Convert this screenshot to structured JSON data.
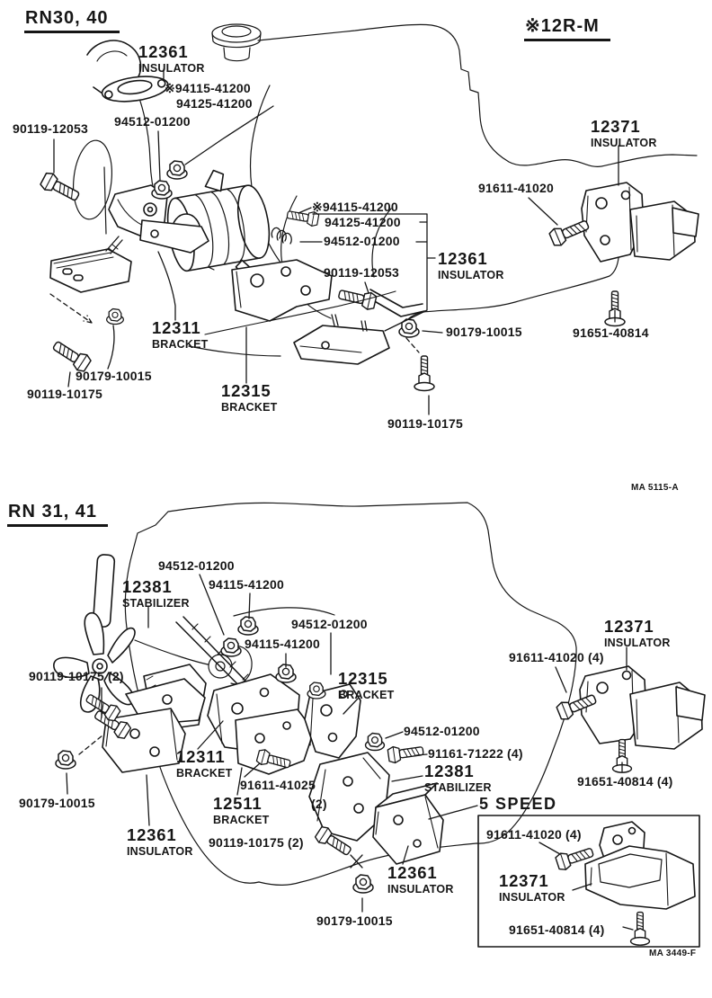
{
  "top": {
    "title": "RN30, 40",
    "engine_tag": "※12R-M",
    "footer": "MA 5115-A",
    "parts": {
      "insulator_hose": {
        "code": "12361",
        "name": "INSULATOR"
      },
      "insulator_right": {
        "code": "12371",
        "name": "INSULATOR"
      },
      "insulator_center": {
        "code": "12361",
        "name": "INSULATOR"
      },
      "bracket_12311": {
        "code": "12311",
        "name": "BRACKET"
      },
      "bracket_12315": {
        "code": "12315",
        "name": "BRACKET"
      }
    },
    "part_numbers": {
      "pn_94115_a": "※94115-41200",
      "pn_94125_a": "94125-41200",
      "pn_94512_a": "94512-01200",
      "pn_90119_12053_a": "90119-12053",
      "pn_94115_b": "※94115-41200",
      "pn_94125_b": "94125-41200",
      "pn_94512_b": "94512-01200",
      "pn_90119_12053_b": "90119-12053",
      "pn_91611_41020": "91611-41020",
      "pn_90179_10015_right": "90179-10015",
      "pn_91651_40814": "91651-40814",
      "pn_90179_10015_left": "90179-10015",
      "pn_90119_10175_left": "90119-10175",
      "pn_90119_10175_bottom": "90119-10175"
    }
  },
  "bottom": {
    "title": "RN 31, 41",
    "speed_callout": "5 SPEED",
    "footer": "MA 3449-F",
    "parts": {
      "stabilizer_fan": {
        "code": "12381",
        "name": "STABILIZER"
      },
      "insulator_right": {
        "code": "12371",
        "name": "INSULATOR"
      },
      "bracket_12315": {
        "code": "12315",
        "name": "BRACKET"
      },
      "stabilizer_center": {
        "code": "12381",
        "name": "STABILIZER"
      },
      "bracket_12311": {
        "code": "12311",
        "name": "BRACKET"
      },
      "bracket_12511": {
        "code": "12511",
        "name": "BRACKET"
      },
      "insulator_left": {
        "code": "12361",
        "name": "INSULATOR"
      },
      "insulator_center": {
        "code": "12361",
        "name": "INSULATOR"
      },
      "box_insulator": {
        "code": "12371",
        "name": "INSULATOR"
      }
    },
    "part_numbers": {
      "pn_94512_a": "94512-01200",
      "pn_94115_a": "94115-41200",
      "pn_94512_b": "94512-01200",
      "pn_94115_b": "94115-41200",
      "pn_90119_10175_fan": "90119-10175 (2)",
      "pn_91611_41020_right": "91611-41020 (4)",
      "pn_94512_c": "94512-01200",
      "pn_91161_71222": "91161-71222 (4)",
      "pn_91651_40814_right": "91651-40814 (4)",
      "pn_91611_41025": "91611-41025",
      "pn_91611_41025_qty": "(2)",
      "pn_90179_10015_left": "90179-10015",
      "pn_90119_10175_center": "90119-10175 (2)",
      "pn_90179_10015_bottom": "90179-10015",
      "pn_91611_41020_box": "91611-41020 (4)",
      "pn_91651_40814_box": "91651-40814 (4)"
    }
  }
}
